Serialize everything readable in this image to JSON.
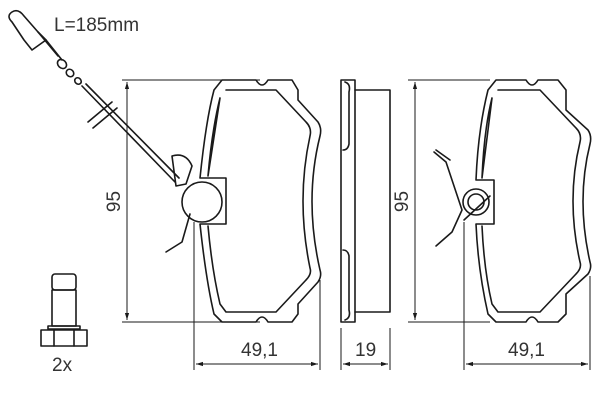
{
  "wire": {
    "length_label": "L=185mm"
  },
  "bolts": {
    "quantity_label": "2x"
  },
  "left_pad": {
    "height_label": "95",
    "width_label": "49,1"
  },
  "side_view": {
    "thickness_label": "19"
  },
  "right_pad": {
    "height_label": "95",
    "width_label": "49,1"
  },
  "colors": {
    "line": "#1a1a1a",
    "text": "#333333",
    "background": "#ffffff"
  }
}
